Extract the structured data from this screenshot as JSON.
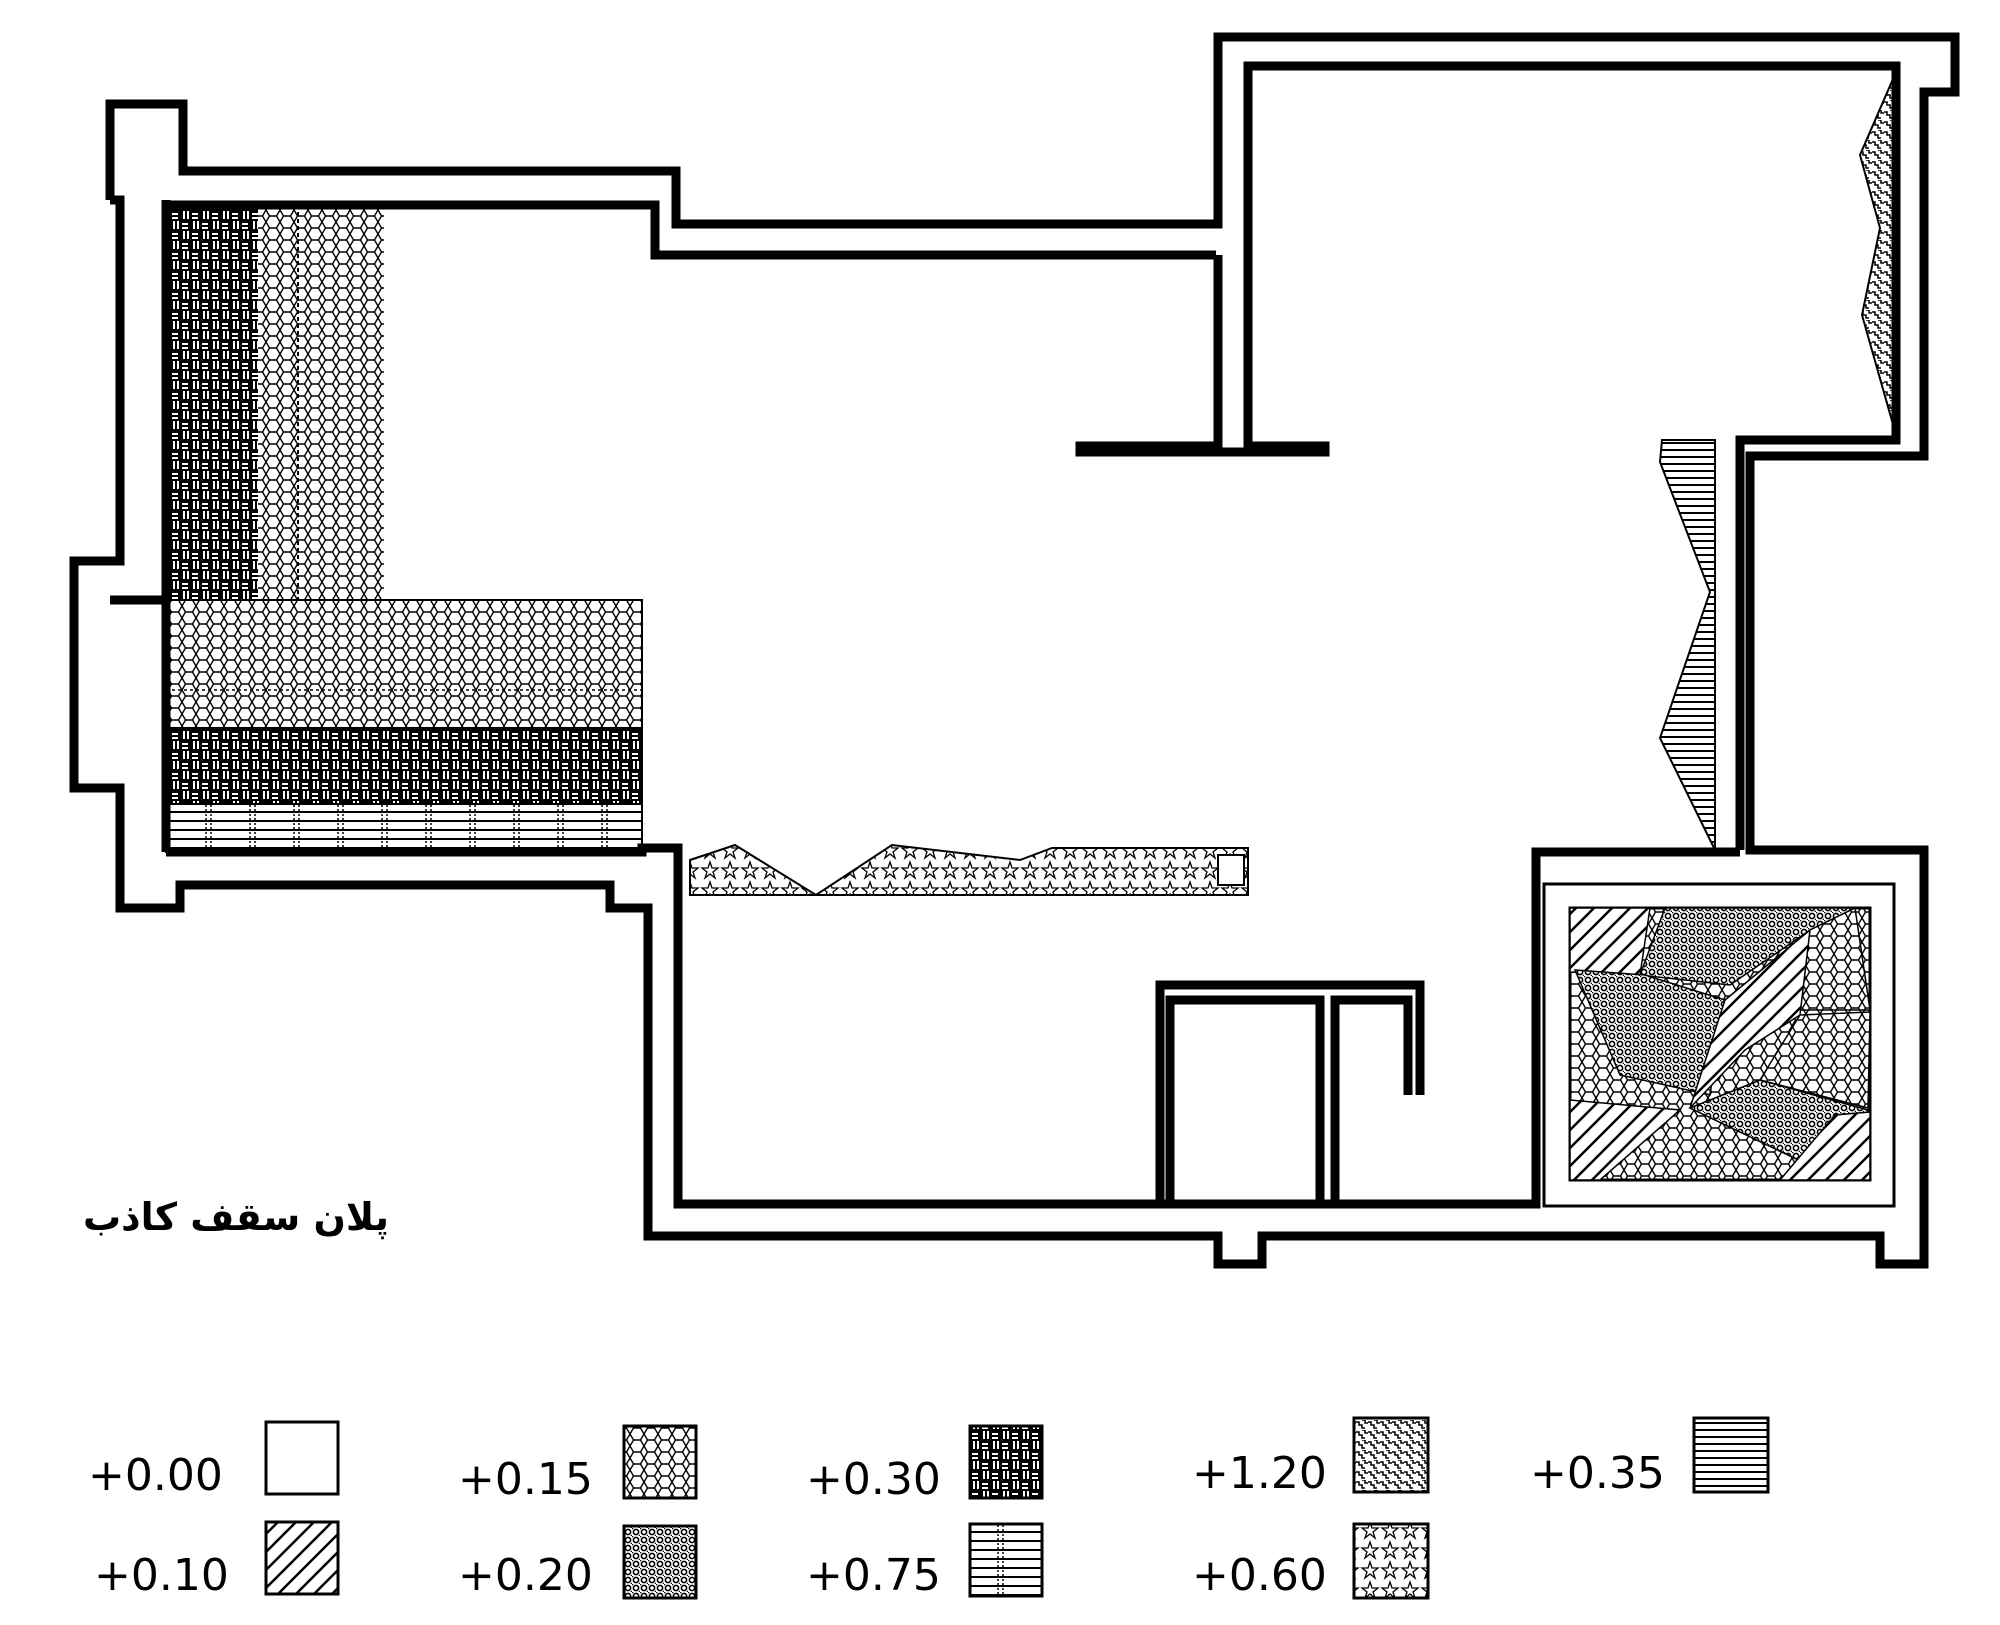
{
  "title": "پلان سقف کاذب",
  "legend": [
    {
      "label": "+0.00",
      "pattern": "none"
    },
    {
      "label": "+0.10",
      "pattern": "diag"
    },
    {
      "label": "+0.15",
      "pattern": "hex"
    },
    {
      "label": "+0.20",
      "pattern": "dense"
    },
    {
      "label": "+0.30",
      "pattern": "basket"
    },
    {
      "label": "+0.75",
      "pattern": "lines-dots"
    },
    {
      "label": "+1.20",
      "pattern": "zigzag"
    },
    {
      "label": "+0.60",
      "pattern": "star"
    },
    {
      "label": "+0.35",
      "pattern": "hlines"
    }
  ],
  "colors": {
    "line": "#000000",
    "background": "#ffffff"
  }
}
